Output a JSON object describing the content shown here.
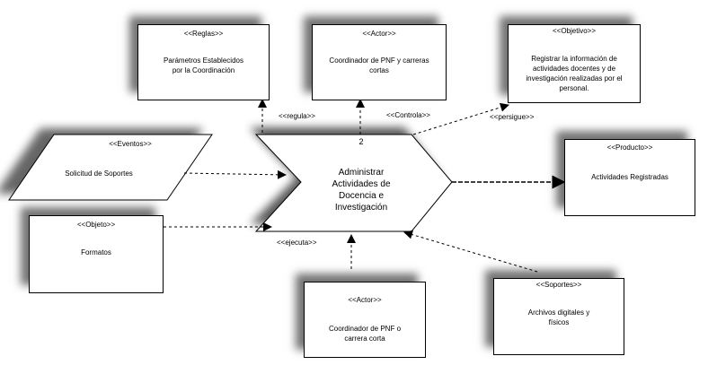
{
  "center": {
    "number": "2",
    "label_lines": [
      "Administrar",
      "Actividades de",
      "Docencia e",
      "Investigación"
    ]
  },
  "nodes": {
    "reglas": {
      "stereotype": "<<Reglas>>",
      "lines": [
        "Parámetros Establecidos",
        "por la Coordinación"
      ]
    },
    "actor_top": {
      "stereotype": "<<Actor>>",
      "lines": [
        "Coordinador de PNF y carreras",
        "cortas"
      ]
    },
    "objetivo": {
      "stereotype": "<<Objetivo>>",
      "lines": [
        "Registrar la información de",
        "actividades docentes y de",
        "investigación realizadas por el",
        "personal."
      ]
    },
    "eventos": {
      "stereotype": "<<Eventos>>",
      "lines": [
        "Solicitud de Soportes"
      ]
    },
    "producto": {
      "stereotype": "<<Producto>>",
      "lines": [
        "Actividades Registradas"
      ]
    },
    "objeto": {
      "stereotype": "<<Objeto>>",
      "lines": [
        "Formatos"
      ]
    },
    "actor_bottom": {
      "stereotype": "<<Actor>>",
      "lines": [
        "Coordinador de PNF o",
        "carrera corta"
      ]
    },
    "soportes": {
      "stereotype": "<<Soportes>>",
      "lines": [
        "Archivos digitales y",
        "físicos"
      ]
    }
  },
  "edge_labels": {
    "regula": "<<regula>>",
    "controla": "<<Controla>>",
    "persigue": "<<persigue>>",
    "ejecuta": "<<ejecuta>>"
  }
}
